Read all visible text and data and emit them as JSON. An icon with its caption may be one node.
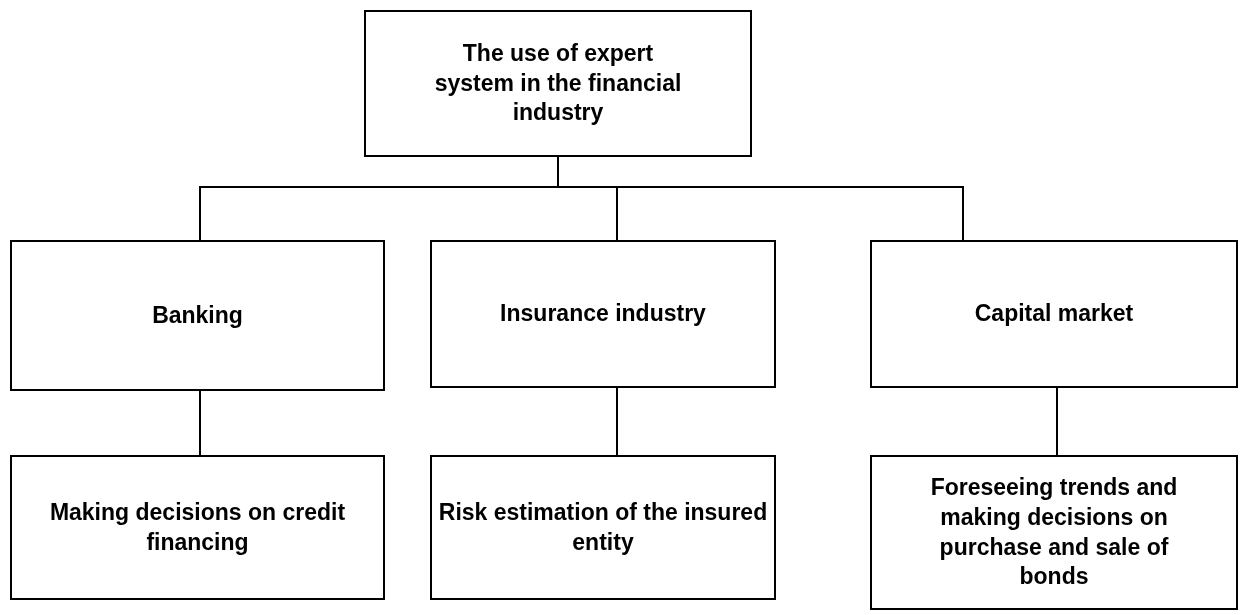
{
  "diagram": {
    "nodes": [
      {
        "text": [
          "The use of expert system in the financial industry"
        ]
      },
      {
        "text": [
          "Banking"
        ]
      },
      {
        "text": [
          "Insurance industry"
        ]
      },
      {
        "text": [
          "Capital market"
        ]
      },
      {
        "text": [
          "Making decisions on credit financing"
        ]
      },
      {
        "text": [
          "Risk estimation of the insured entity"
        ]
      },
      {
        "text": [
          "Foreseeing trends and making decisions on purchase and sale of bonds"
        ]
      }
    ],
    "edges": [
      {
        "from": 0,
        "to": 1,
        "arrow": "none"
      },
      {
        "from": 0,
        "to": 2,
        "arrow": "none"
      },
      {
        "from": 0,
        "to": 3,
        "arrow": "none"
      },
      {
        "from": 1,
        "to": 4,
        "arrow": "none"
      },
      {
        "from": 2,
        "to": 5,
        "arrow": "none"
      },
      {
        "from": 3,
        "to": 6,
        "arrow": "none"
      }
    ]
  }
}
